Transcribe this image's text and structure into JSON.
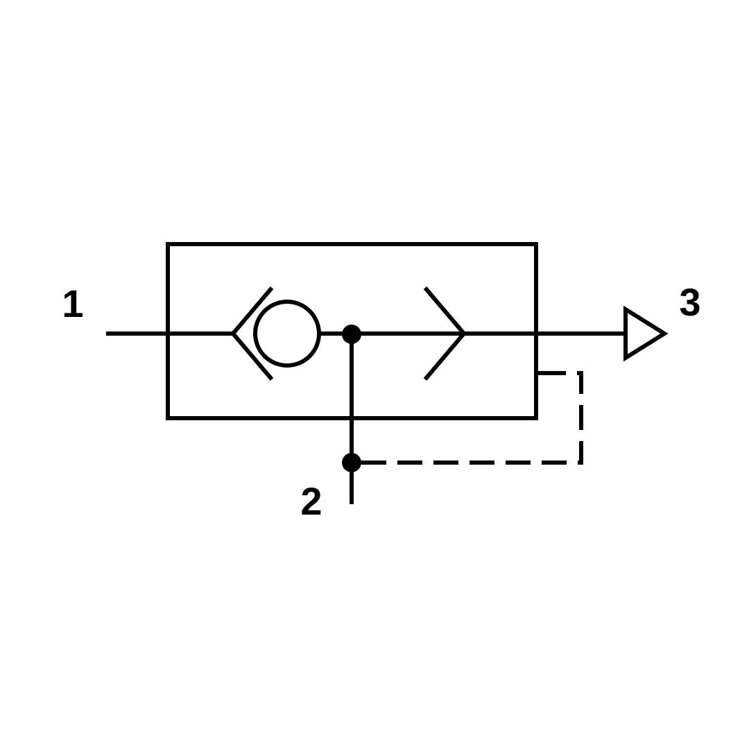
{
  "diagram": {
    "kind": "pneumatic-quick-exhaust-valve-symbol",
    "colors": {
      "line": "#000000",
      "background": "#ffffff",
      "fill_open": "#ffffff"
    },
    "ports": [
      {
        "label": "1"
      },
      {
        "label": "2"
      },
      {
        "label": "3"
      }
    ]
  }
}
